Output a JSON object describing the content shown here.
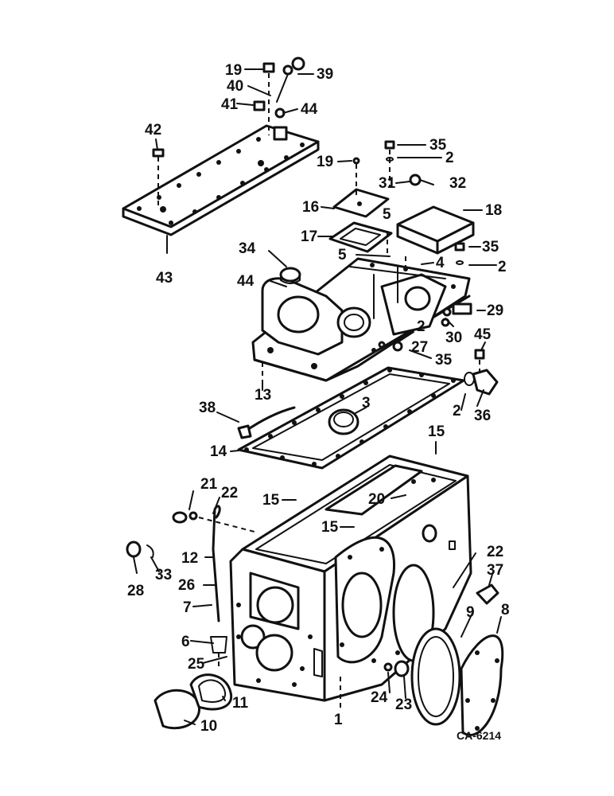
{
  "labels": {
    "l1": "1",
    "l2a": "2",
    "l2b": "2",
    "l2c": "2",
    "l2d": "2",
    "l3": "3",
    "l4": "4",
    "l5a": "5",
    "l5b": "5",
    "l6": "6",
    "l7": "7",
    "l8": "8",
    "l9": "9",
    "l10": "10",
    "l11": "11",
    "l12": "12",
    "l13": "13",
    "l14": "14",
    "l15a": "15",
    "l15b": "15",
    "l15c": "15",
    "l16": "16",
    "l17": "17",
    "l18": "18",
    "l19a": "19",
    "l19b": "19",
    "l20": "20",
    "l21": "21",
    "l22a": "22",
    "l22b": "22",
    "l23": "23",
    "l24": "24",
    "l25": "25",
    "l26": "26",
    "l27": "27",
    "l28": "28",
    "l29": "29",
    "l30": "30",
    "l31": "31",
    "l32": "32",
    "l33": "33",
    "l34": "34",
    "l35a": "35",
    "l35b": "35",
    "l35c": "35",
    "l36": "36",
    "l37": "37",
    "l38": "38",
    "l39": "39",
    "l40": "40",
    "l41": "41",
    "l42": "42",
    "l43": "43",
    "l44a": "44",
    "l44b": "44",
    "l45": "45"
  },
  "reference": "CA-6214"
}
